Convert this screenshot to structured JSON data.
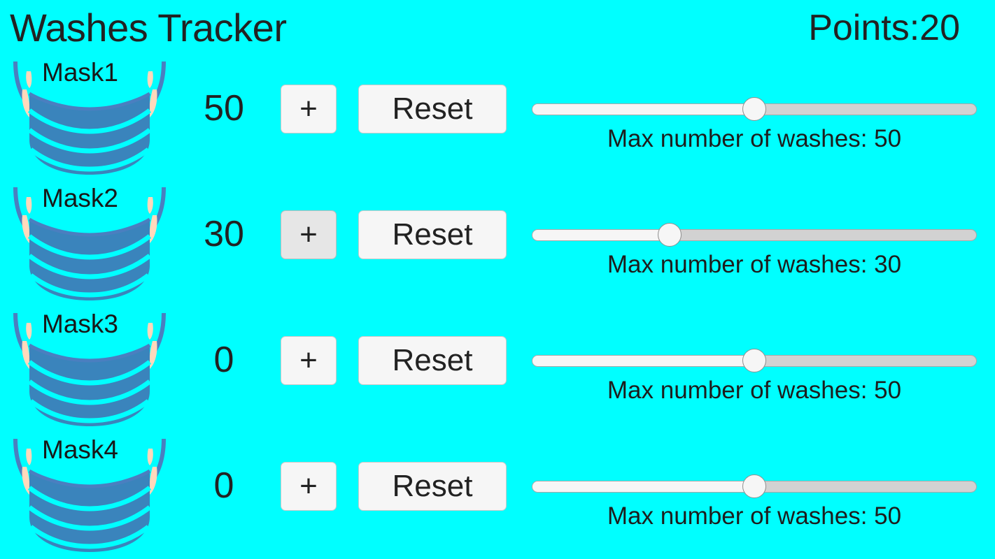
{
  "header": {
    "title": "Washes Tracker",
    "points_label": "Points:20",
    "points_value": 20
  },
  "colors": {
    "background": "#00FFFF",
    "mask_body": "#3a84bc",
    "mask_outline": "#4a7fc0",
    "mask_ear": "#ffd9bc",
    "button_face": "#f6f6f6",
    "button_face_pressed": "#e6e6e6",
    "button_border": "#c9c9c9",
    "slider_track": "#d2d2d2",
    "slider_fill": "#f6f6f6",
    "text": "#222222"
  },
  "slider": {
    "min": 0,
    "max": 100,
    "caption_prefix": "Max number of washes: "
  },
  "buttons": {
    "plus_label": "+",
    "reset_label": "Reset"
  },
  "rows": [
    {
      "name": "Mask1",
      "count": "50",
      "max_washes": 50,
      "caption": "Max number of washes: 50",
      "plus_label": "+",
      "reset_label": "Reset",
      "plus_pressed": false,
      "thumb_percent": 50
    },
    {
      "name": "Mask2",
      "count": "30",
      "max_washes": 30,
      "caption": "Max number of washes: 30",
      "plus_label": "+",
      "reset_label": "Reset",
      "plus_pressed": true,
      "thumb_percent": 31
    },
    {
      "name": "Mask3",
      "count": "0",
      "max_washes": 50,
      "caption": "Max number of washes: 50",
      "plus_label": "+",
      "reset_label": "Reset",
      "plus_pressed": false,
      "thumb_percent": 50
    },
    {
      "name": "Mask4",
      "count": "0",
      "max_washes": 50,
      "caption": "Max number of washes: 50",
      "plus_label": "+",
      "reset_label": "Reset",
      "plus_pressed": false,
      "thumb_percent": 50
    }
  ]
}
